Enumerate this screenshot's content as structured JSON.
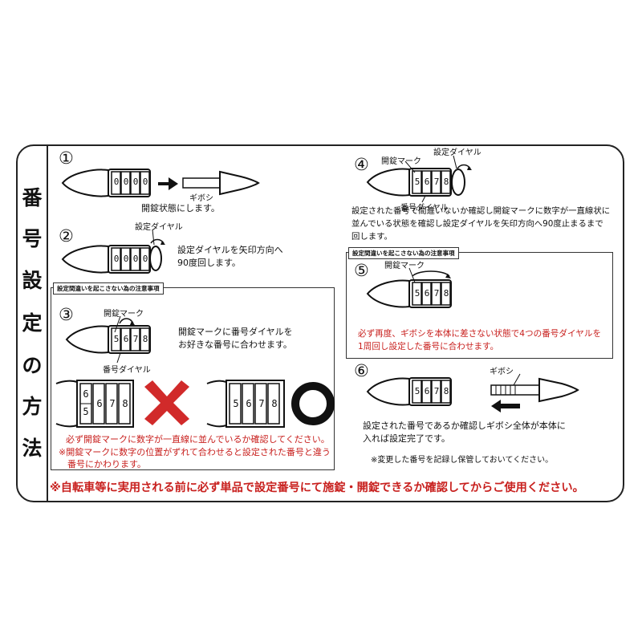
{
  "sidebar": {
    "title_chars": [
      "番",
      "号",
      "設",
      "定",
      "の",
      "方",
      "法"
    ]
  },
  "steps": {
    "s1": {
      "num": "①",
      "label_gibosi": "ギボシ",
      "text": "開錠状態にします。",
      "dial": [
        "0",
        "0",
        "0",
        "0"
      ]
    },
    "s2": {
      "num": "②",
      "label_dial": "設定ダイヤル",
      "text_lines": [
        "設定ダイヤルを矢印方向へ",
        "90度回します。"
      ],
      "dial": [
        "0",
        "0",
        "0",
        "0"
      ]
    },
    "s3": {
      "note_title": "設定間違いを起こさない為の注意事項",
      "num": "③",
      "label_mark": "開錠マーク",
      "label_dial": "番号ダイヤル",
      "text_lines": [
        "開錠マークに番号ダイヤルを",
        "お好きな番号に合わせます。"
      ],
      "dial": [
        "5",
        "6",
        "7",
        "8"
      ],
      "wrong_example": {
        "top": "6",
        "bottom": "5",
        "rest": [
          "6",
          "7",
          "8"
        ]
      },
      "right_example": [
        "5",
        "6",
        "7",
        "8"
      ],
      "warning_line1": "必ず開錠マークに数字が一直線に並んでいるか確認してください。",
      "warning_line2a": "※開錠マークに数字の位置がずれて合わせると設定された番号と違う",
      "warning_line2b": "番号にかわります。"
    },
    "s4": {
      "num": "④",
      "label_mark": "開錠マーク",
      "label_setting": "設定ダイヤル",
      "label_dial": "番号ダイヤル",
      "dial": [
        "5",
        "6",
        "7",
        "8"
      ],
      "text_lines": [
        "設定された番号で間違いないか確認し開錠マークに数字が一直線状に",
        "並んでいる状態を確認し設定ダイヤルを矢印方向へ90度止まるまで",
        "回します。"
      ]
    },
    "s5": {
      "note_title": "設定間違いを起こさない為の注意事項",
      "num": "⑤",
      "label_mark": "開錠マーク",
      "dial": [
        "5",
        "6",
        "7",
        "8"
      ],
      "warning_lines": [
        "必ず再度、ギボシを本体に差さない状態で4つの番号ダイヤルを",
        "1周回し設定した番号に合わせます。"
      ]
    },
    "s6": {
      "num": "⑥",
      "label_gibosi": "ギボシ",
      "dial": [
        "5",
        "6",
        "7",
        "8"
      ],
      "text_lines": [
        "設定された番号であるか確認しギボシ全体が本体に",
        "入れば設定完了です。"
      ],
      "memo": "※変更した番号を記録し保管しておいてください。"
    }
  },
  "footer_warning": "※自転車等に実用される前に必ず単品で設定番号にて施錠・開錠できるか確認してからご使用ください。",
  "colors": {
    "warning_red": "#c8201e",
    "line": "#222222"
  }
}
